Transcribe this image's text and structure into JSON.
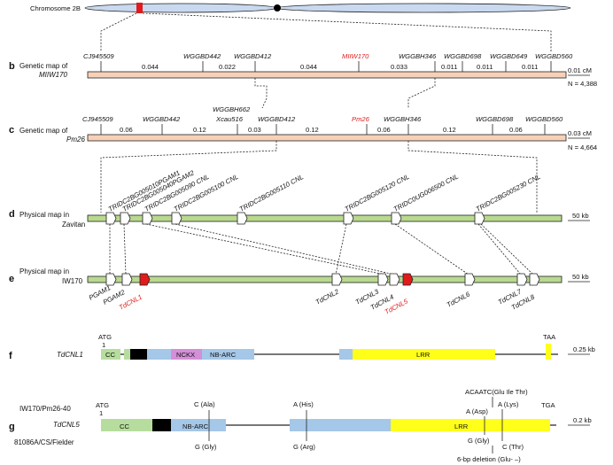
{
  "chromosome": {
    "label": "Chromosome 2B"
  },
  "panel_b": {
    "letter": "b",
    "title": [
      "Genetic map of",
      "MIIW170"
    ],
    "markers": [
      "CJ945509",
      "WGGBD442",
      "WGGBD412",
      "MIIW170",
      "WGGBH346",
      "WGGBD698",
      "WGGBD649",
      "WGGBD560"
    ],
    "distances": [
      "0.044",
      "0.022",
      "0.044",
      "0.033",
      "0.011",
      "0.011",
      "0.011"
    ],
    "scale": "0.01 cM",
    "n": "N = 4,388"
  },
  "panel_c": {
    "letter": "c",
    "title": [
      "Genetic map of",
      "Pm26"
    ],
    "markers": [
      "CJ945509",
      "WGGBD442",
      "WGGBH662",
      "Xcau516",
      "WGGBD412",
      "Pm26",
      "WGGBH346",
      "WGGBD698",
      "WGGBD560"
    ],
    "distances": [
      "0.06",
      "0.12",
      "0.03",
      "0.12",
      "0.06",
      "0.12",
      "0.06"
    ],
    "scale": "0.03 cM",
    "n": "N = 4,664"
  },
  "panel_d": {
    "letter": "d",
    "title": [
      "Physical map in",
      "Zavitan"
    ],
    "genes": [
      "TRIDC2BG005010PGAM1",
      "TRIDC2BG005040PGAM2",
      "TRIDC2BG005090 CNL",
      "TRIDC2BG005100 CNL",
      "TRIDC2BG005110 CNL",
      "TRIDC2BG005120 CNL",
      "TRIDC0UG006500 CNL",
      "TRIDC2BG005230 CNL"
    ],
    "scale": "50 kb"
  },
  "panel_e": {
    "letter": "e",
    "title": [
      "Physical map in",
      "IW170"
    ],
    "genes": [
      "PGAM1",
      "PGAM2",
      "TdCNL1",
      "TdCNL2",
      "TdCNL3",
      "TdCNL4",
      "TdCNL5",
      "TdCNL6",
      "TdCNL7",
      "TdCNL8"
    ],
    "scale": "50 kb"
  },
  "panel_f": {
    "letter": "f",
    "gene": "TdCNL1",
    "start": "ATG",
    "start_num": "1",
    "stop": "TAA",
    "domains": [
      "CC",
      "NCKX",
      "NB-ARC",
      "LRR"
    ],
    "scale": "0.25 kb"
  },
  "panel_g": {
    "letter": "g",
    "gene": "TdCNL5",
    "line_top": "IW170/Pm26-40",
    "line_bottom": "81086A/CS/Fielder",
    "start": "ATG",
    "start_num": "1",
    "stop": "TGA",
    "domains": [
      "CC",
      "NB-ARC",
      "LRR"
    ],
    "scale": "0.2 kb",
    "variants_top": [
      "C (Ala)",
      "A (His)",
      "A (Asp)",
      "A (Lys)",
      "ACAATC(Glu Ile Thr)"
    ],
    "variants_bottom": [
      "G (Gly)",
      "G (Arg)",
      "G (Gly)",
      "C (Thr)",
      "6-bp deletion (Glu- –)"
    ]
  },
  "colors": {
    "chromosome": "#c9d9ef",
    "genetic_bar": "#f7d1b7",
    "physical_bar": "#b9d98f",
    "candidate": "#e11b1b",
    "cc": "#b7dd9e",
    "nb_arc": "#a5c7e8",
    "nckx": "#d38fd8",
    "lrr": "#ffff1a",
    "black_block": "#000000"
  }
}
